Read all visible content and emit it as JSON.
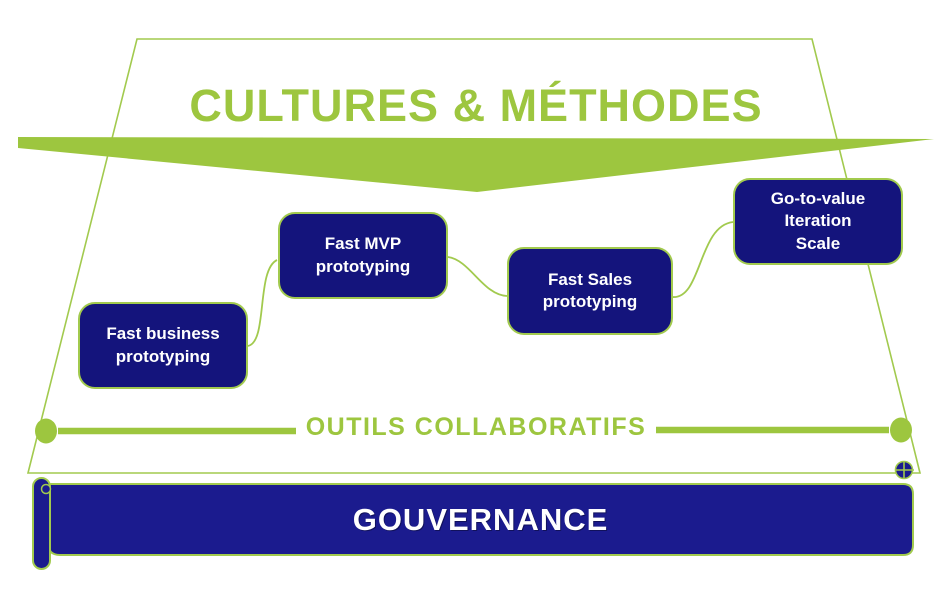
{
  "diagram": {
    "title": "CULTURES & MÉTHODES",
    "nodes": [
      {
        "label": "Fast business\nprototyping"
      },
      {
        "label": "Fast MVP\nprototyping"
      },
      {
        "label": "Fast Sales\nprototyping"
      },
      {
        "label": "Go-to-value\nIteration\nScale"
      }
    ],
    "tools_label": "OUTILS COLLABORATIFS",
    "banner_label": "GOUVERNANCE",
    "colors": {
      "green_accent": "#9dc63f",
      "green_line": "#a2ca4e",
      "node_navy": "#14147c",
      "banner_navy": "#1b1b8e",
      "text_white": "#ffffff",
      "background": "#ffffff"
    }
  }
}
